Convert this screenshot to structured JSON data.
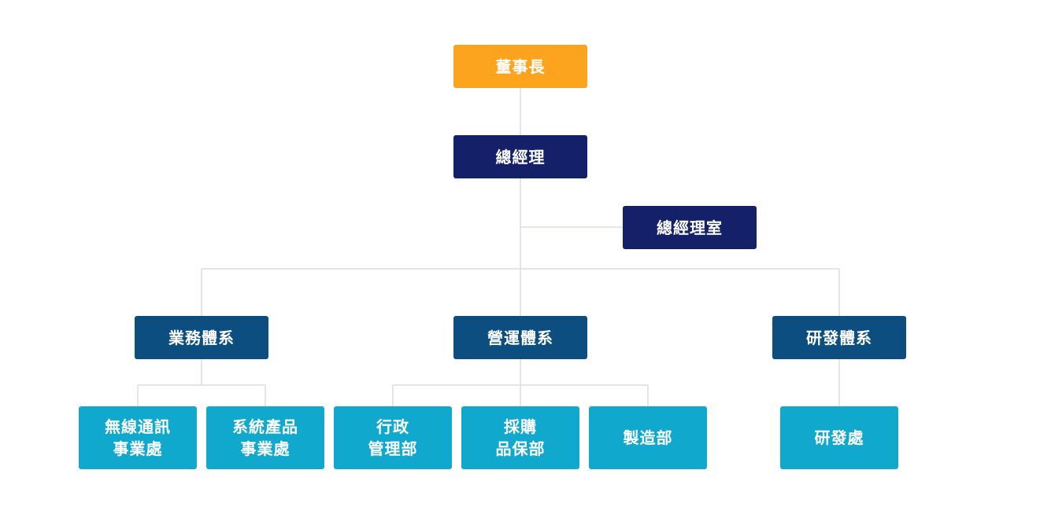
{
  "colors": {
    "chairman": "#fca41e",
    "executive": "#142068",
    "division": "#0d4e80",
    "department": "#11a8ce",
    "connector": "#d9dde3"
  },
  "chairman": {
    "label": "董事長"
  },
  "general_manager": {
    "label": "總經理"
  },
  "gm_office": {
    "label": "總經理室"
  },
  "divisions": {
    "sales": {
      "label": "業務體系"
    },
    "operations": {
      "label": "營運體系"
    },
    "rnd": {
      "label": "研發體系"
    }
  },
  "departments": {
    "wireless": {
      "line1": "無線通訊",
      "line2": "事業處"
    },
    "system": {
      "line1": "系統產品",
      "line2": "事業處"
    },
    "admin": {
      "line1": "行政",
      "line2": "管理部"
    },
    "purchasing": {
      "line1": "採購",
      "line2": "品保部"
    },
    "manufacturing": {
      "label": "製造部"
    },
    "rnd_dept": {
      "label": "研發處"
    }
  }
}
